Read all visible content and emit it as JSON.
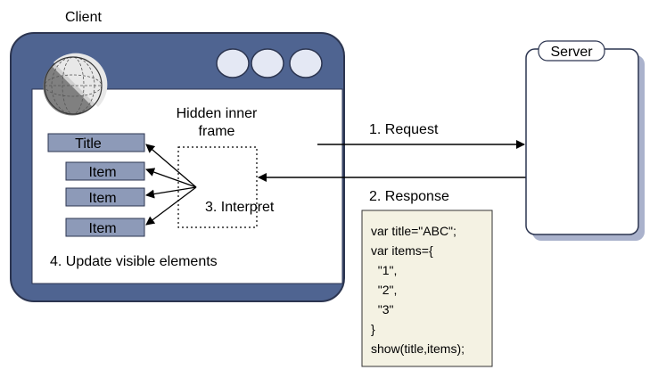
{
  "client": {
    "label": "Client",
    "hidden_frame_line1": "Hidden inner",
    "hidden_frame_line2": "frame",
    "title_box": "Title",
    "items": [
      "Item",
      "Item",
      "Item"
    ],
    "interpret": "3. Interpret",
    "update": "4. Update visible elements"
  },
  "server": {
    "label": "Server"
  },
  "arrows": {
    "request": "1. Request",
    "response": "2. Response"
  },
  "code": {
    "lines": [
      "var title=\"ABC\";",
      "var items={",
      "  \"1\",",
      "  \"2\",",
      "  \"3\"",
      "}",
      "show(title,items);"
    ]
  },
  "colors": {
    "window_frame": "#4f6491",
    "window_border": "#2c3550",
    "button_fill": "#e4e8f4",
    "box_fill": "#8d9ab8",
    "server_shadow": "#aab2cc",
    "code_bg": "#f4f2e3"
  }
}
